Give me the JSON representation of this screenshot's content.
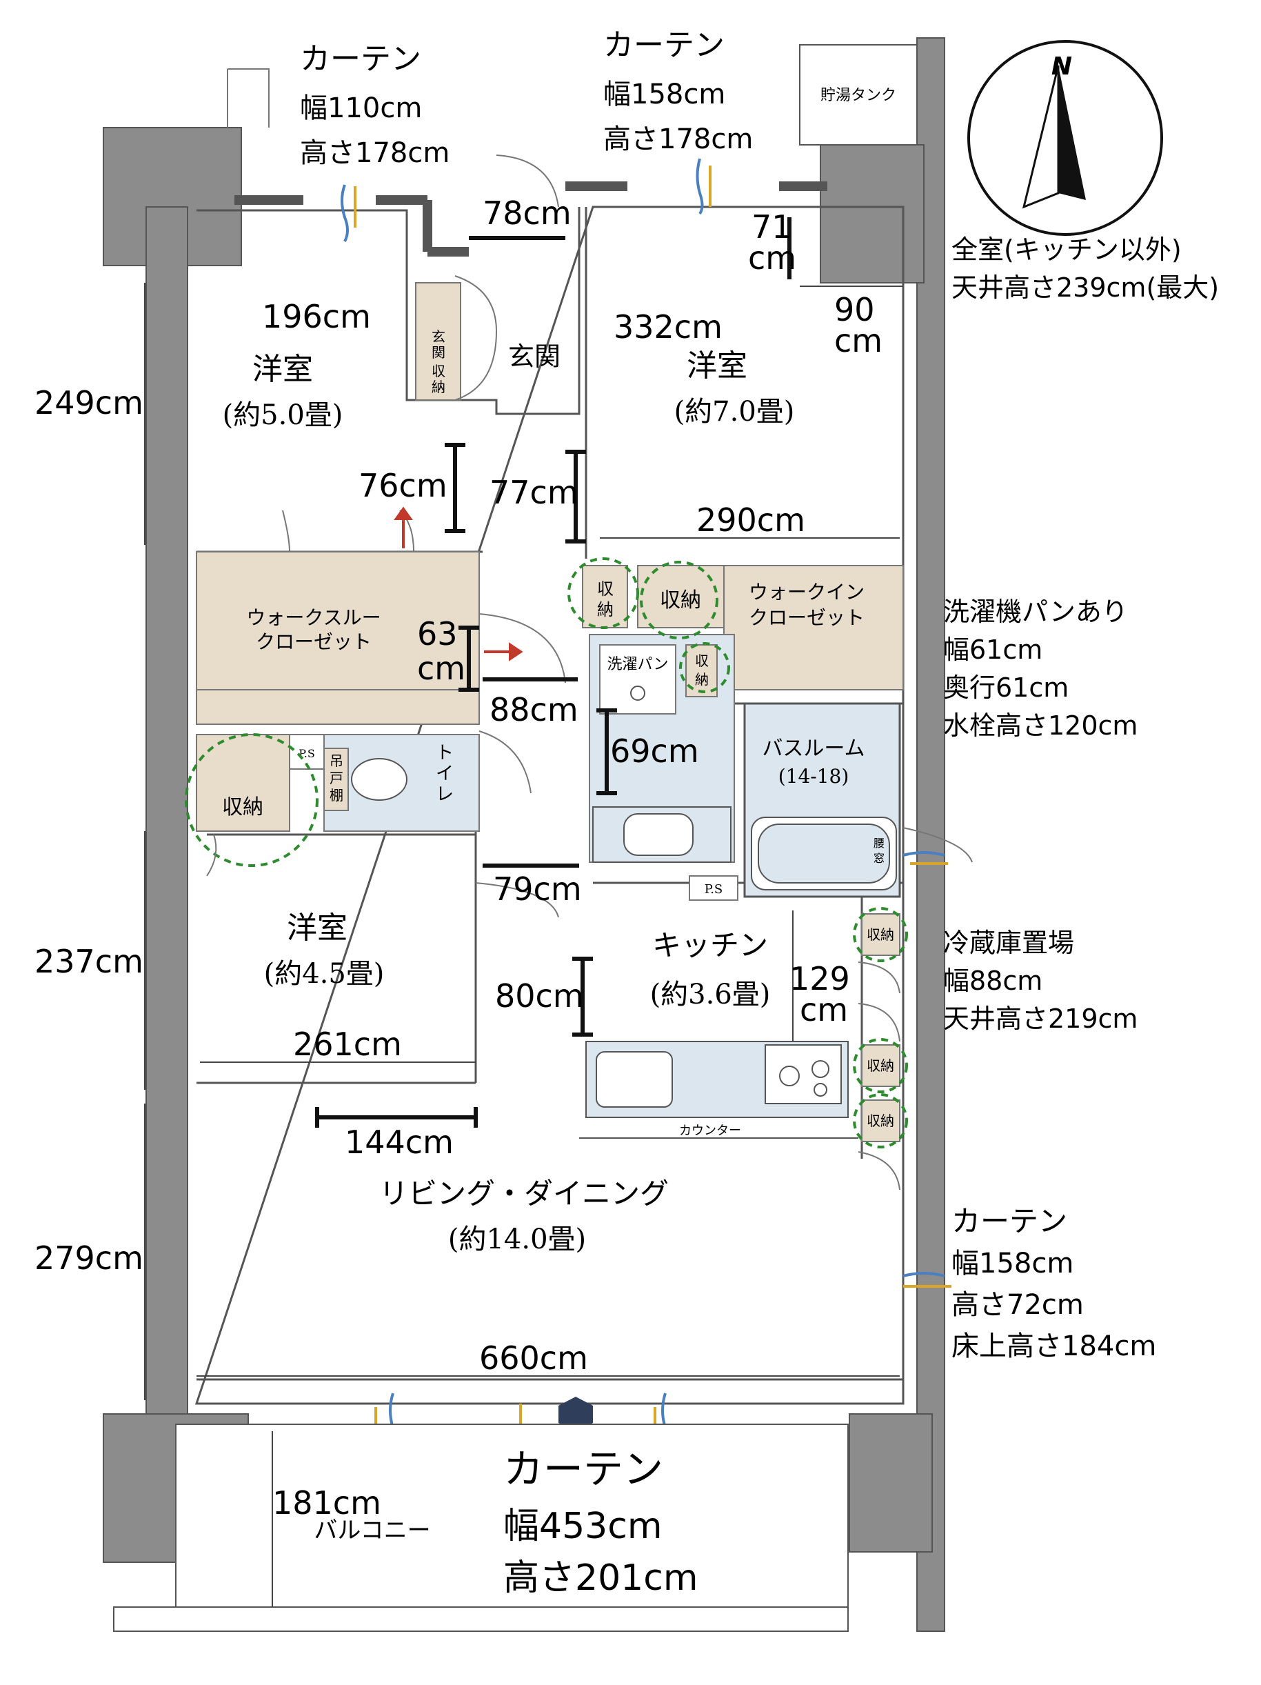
{
  "compass": {
    "north_label": "N"
  },
  "notes": {
    "ceiling_line1": "全室(キッチン以外)",
    "ceiling_line2": "天井高さ239cm(最大)",
    "washer_title": "洗濯機パンあり",
    "washer_width": "幅61cm",
    "washer_depth": "奥行61cm",
    "washer_faucet": "水栓高さ120cm",
    "fridge_title": "冷蔵庫置場",
    "fridge_width": "幅88cm",
    "fridge_ceiling": "天井高さ219cm"
  },
  "curtains": {
    "nw": {
      "title": "カーテン",
      "width": "幅110cm",
      "height": "高さ178cm"
    },
    "ne": {
      "title": "カーテン",
      "width": "幅158cm",
      "height": "高さ178cm"
    },
    "east": {
      "title": "カーテン",
      "width": "幅158cm",
      "height": "高さ72cm",
      "floor": "床上高さ184cm"
    },
    "south": {
      "title": "カーテン",
      "width": "幅453cm",
      "height": "高さ201cm"
    }
  },
  "rooms": {
    "western1": {
      "name": "洋室",
      "size": "(約5.0畳)"
    },
    "western2": {
      "name": "洋室",
      "size": "(約7.0畳)"
    },
    "western3": {
      "name": "洋室",
      "size": "(約4.5畳)"
    },
    "entrance": "玄関",
    "entrance_storage": [
      "玄",
      "関",
      "収",
      "納"
    ],
    "walkthrough": [
      "ウォークスルー",
      "クローゼット"
    ],
    "walkin": [
      "ウォークイン",
      "クローゼット"
    ],
    "toilet": [
      "ト",
      "イ",
      "レ"
    ],
    "hanging_shelf": [
      "吊",
      "戸",
      "棚"
    ],
    "bath": {
      "name": "バスルーム",
      "size": "(14-18)"
    },
    "bath_window": [
      "腰",
      "窓"
    ],
    "washer_pan": "洗濯パン",
    "kitchen": {
      "name": "キッチン",
      "size": "(約3.6畳)"
    },
    "counter": "カウンター",
    "living": {
      "name": "リビング・ダイニング",
      "size": "(約14.0畳)"
    },
    "balcony": "バルコニー",
    "storage": "収納",
    "storage_small": [
      "収",
      "納"
    ],
    "ps": "P.S",
    "water_tank": "貯湯タンク"
  },
  "dimensions": {
    "d196": "196cm",
    "d249": "249cm",
    "d78": "78cm",
    "d71a": "71",
    "d71b": "cm",
    "d332": "332cm",
    "d90a": "90",
    "d90b": "cm",
    "d76": "76cm",
    "d77": "77cm",
    "d290": "290cm",
    "d63a": "63",
    "d63b": "cm",
    "d88": "88cm",
    "d69": "69cm",
    "d79": "79cm",
    "d237": "237cm",
    "d80": "80cm",
    "d129a": "129",
    "d129b": "cm",
    "d261": "261cm",
    "d144": "144cm",
    "d279": "279cm",
    "d660": "660cm",
    "d181": "181cm"
  },
  "colors": {
    "wall": "#8c8c8c",
    "closet": "#e8dccb",
    "wet": "#dbe6ef",
    "dim": "#111111",
    "storage_circle": "#2e8b2e",
    "arrow": "#c0392b",
    "curtain_blue": "#4a7fc0",
    "curtain_gold": "#d9a62a"
  }
}
